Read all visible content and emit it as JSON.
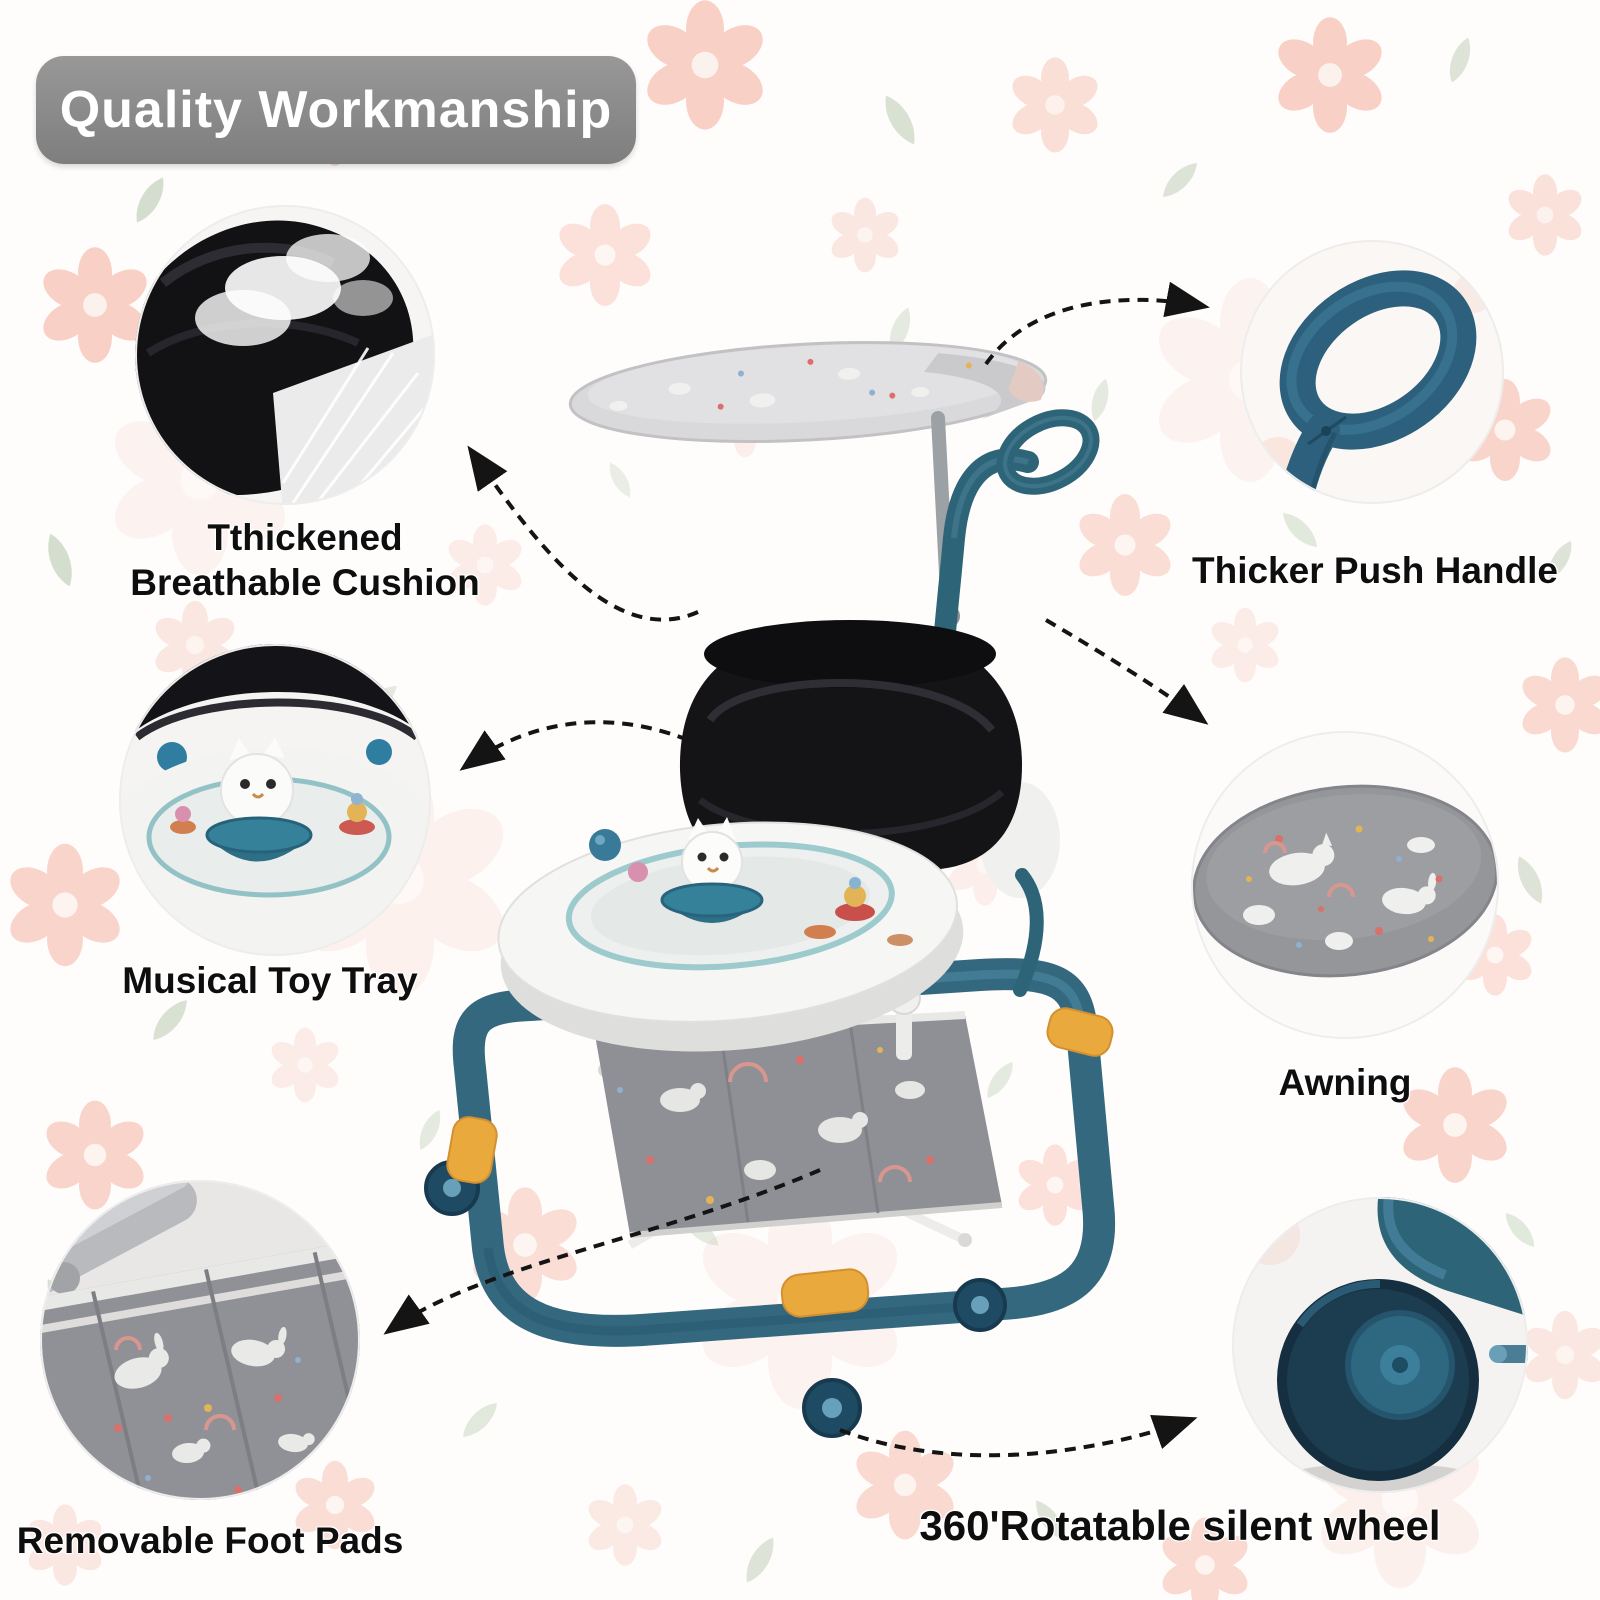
{
  "title": {
    "text": "Quality Workmanship"
  },
  "features": {
    "cushion": {
      "label_line1": "Tthickened",
      "label_line2": "Breathable Cushion",
      "photo": "thickened-breathable-cushion-closeup"
    },
    "toy_tray": {
      "label": "Musical Toy Tray",
      "photo": "musical-toy-tray-closeup"
    },
    "foot_pads": {
      "label": "Removable Foot Pads",
      "photo": "removable-foot-pad-closeup"
    },
    "push_handle": {
      "label": "Thicker Push Handle",
      "photo": "thicker-push-handle-closeup"
    },
    "awning": {
      "label": "Awning",
      "photo": "awning-fabric-closeup"
    },
    "wheel": {
      "label": "360'Rotatable silent wheel",
      "photo": "rotatable-silent-wheel-closeup"
    }
  },
  "product": {
    "name": "baby walker with canopy, push handle, musical toy tray and foot mat"
  },
  "colors": {
    "banner_gray": "#8b8b8b",
    "frame_blue": "#2e6478",
    "accent_yellow": "#e9a93d",
    "cushion_black": "#141417",
    "fabric_gray": "#909298",
    "flower_pink": "#f2a48f",
    "leaf_green": "#a9bfa0",
    "arrow_black": "#141414"
  }
}
